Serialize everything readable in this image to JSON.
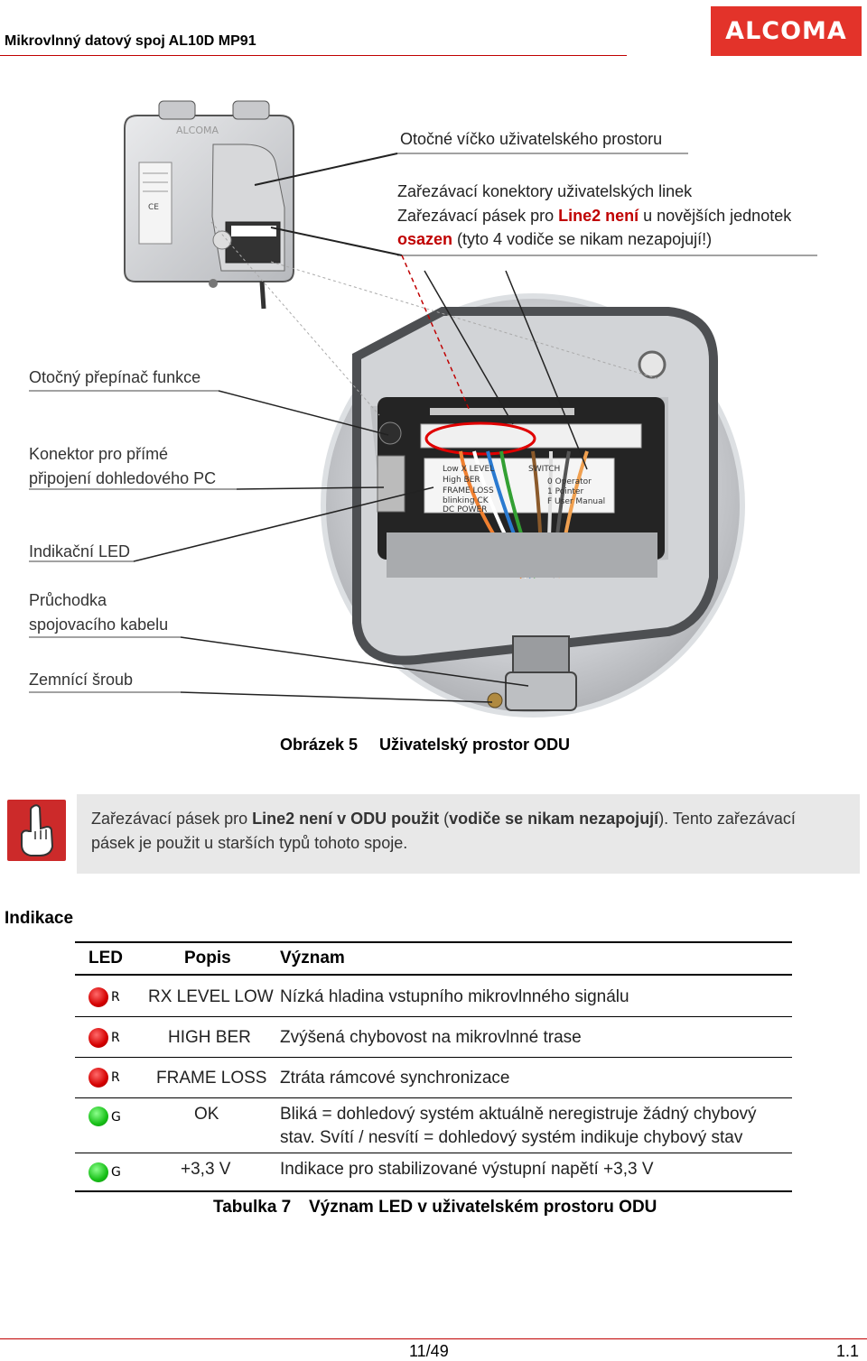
{
  "header": {
    "title": "Mikrovlnný datový spoj AL10D MP91",
    "logo_text": "ALCOMA",
    "brand_color": "#e3332a"
  },
  "figure": {
    "callouts_right": {
      "lid": "Otočné víčko uživatelského prostoru",
      "connectors": "Zařezávací konektory uživatelských linek",
      "strip_prefix": "Zařezávací pásek pro ",
      "strip_line2": "Line2 není",
      "strip_mid": " u novějších jednotek",
      "strip_osazen": "osazen",
      "strip_suffix": " (tyto 4 vodiče se nikam nezapojují!)"
    },
    "callouts_left": {
      "switch": "Otočný přepínač funkce",
      "pc_line1": "Konektor pro přímé",
      "pc_line2": "připojení dohledového PC",
      "led": "Indikační LED",
      "cable_line1": "Průchodka",
      "cable_line2": "spojovacího kabelu",
      "ground": "Zemnící šroub"
    },
    "panel_labels": {
      "low_level": "Low X LEVEL",
      "high_ber": "High BER",
      "frame_loss": "FRAME LOSS",
      "blinking": "blinking CK",
      "dc_power": "DC POWER",
      "switch": "SWITCH",
      "operator": "0 Operator",
      "pointing": "1 Pointer",
      "manual": "F User Manual"
    },
    "caption_num": "Obrázek 5",
    "caption_text": "Uživatelský prostor  ODU"
  },
  "note": {
    "part1": "Zařezávací pásek pro ",
    "part2": "Line2 není v ODU použit",
    "part3": " (",
    "part4": "vodiče se nikam nezapojují",
    "part5": "). Tento zařezávací",
    "line2": "pásek je použit u starších typů tohoto spoje."
  },
  "section_title": "Indikace",
  "table": {
    "headers": {
      "led": "LED",
      "popis": "Popis",
      "vyznam": "Význam"
    },
    "rows": [
      {
        "color": "R",
        "popis": "RX LEVEL LOW",
        "vyznam": "Nízká hladina vstupního mikrovlnného signálu"
      },
      {
        "color": "R",
        "popis": "HIGH BER",
        "vyznam": "Zvýšená chybovost na mikrovlnné trase"
      },
      {
        "color": "R",
        "popis": "FRAME LOSS",
        "vyznam": "Ztráta rámcové synchronizace"
      },
      {
        "color": "G",
        "popis": "OK",
        "vyznam_line1": "Bliká = dohledový systém aktuálně neregistruje žádný chybový",
        "vyznam_line2": "stav. Svítí / nesvítí = dohledový systém indikuje chybový stav"
      },
      {
        "color": "G",
        "popis": "+3,3 V",
        "vyznam": "Indikace pro stabilizované výstupní napětí +3,3 V"
      }
    ],
    "caption_num": "Tabulka 7",
    "caption_text": "Význam LED v uživatelském prostoru ODU"
  },
  "footer": {
    "page": "11/49",
    "version": "1.1"
  },
  "colors": {
    "accent_red": "#c00000",
    "led_red": "#d40000",
    "led_green": "#18c018",
    "note_bg": "#e8e8e8"
  }
}
